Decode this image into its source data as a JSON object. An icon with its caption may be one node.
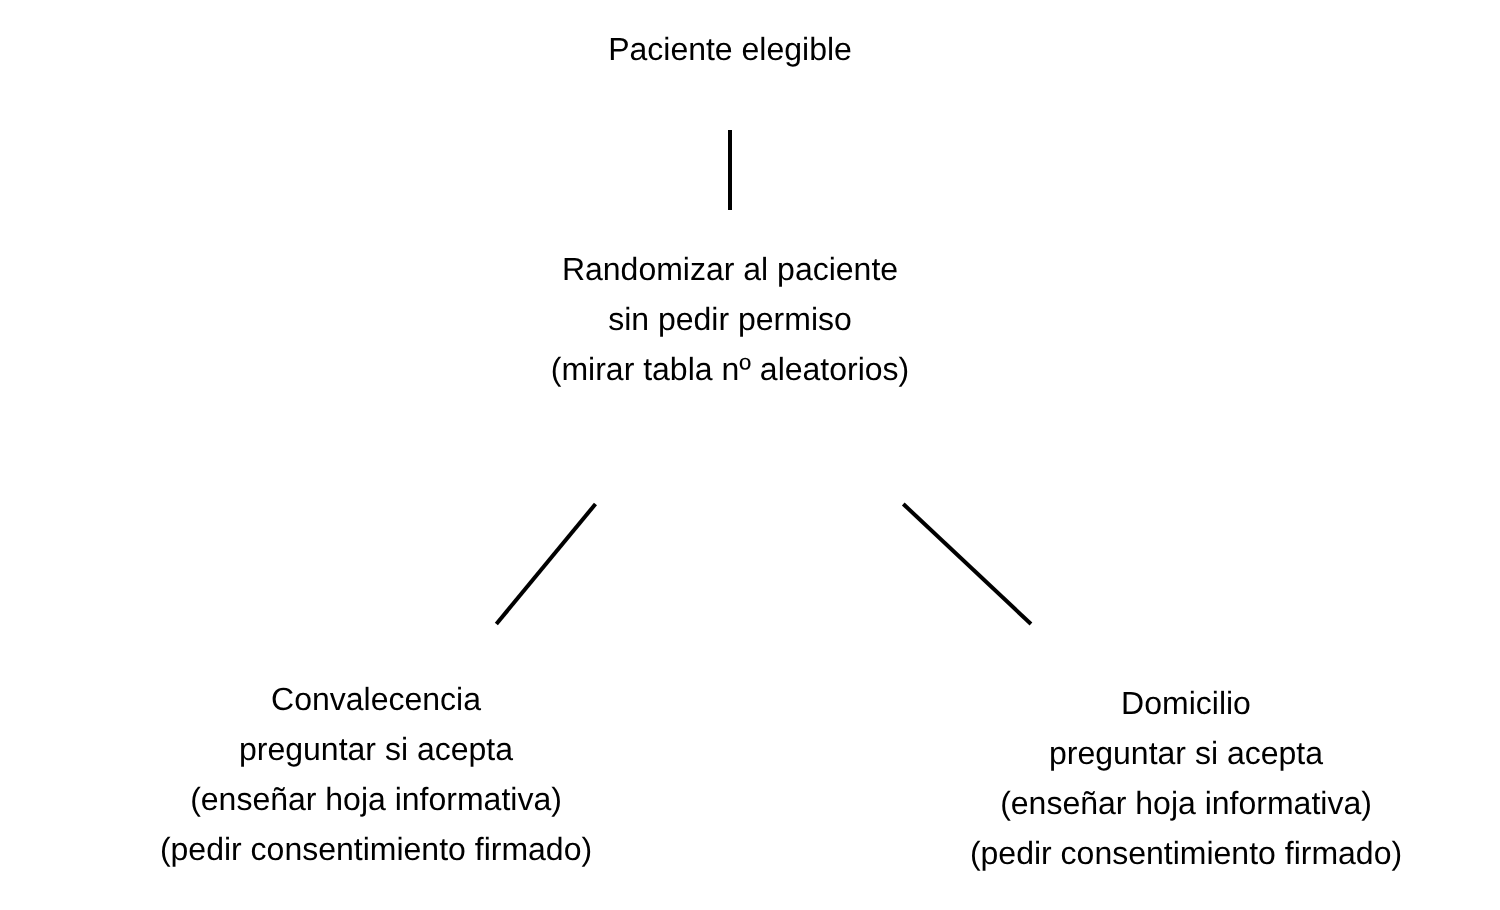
{
  "diagram": {
    "nodes": [
      {
        "text": [
          "Paciente elegible"
        ]
      },
      {
        "text": [
          "Randomizar al paciente",
          "sin pedir permiso",
          "(mirar tabla nº aleatorios)"
        ]
      },
      {
        "text": [
          "Convalecencia",
          "preguntar si acepta",
          "(enseñar hoja informativa)",
          "(pedir consentimiento firmado)"
        ]
      },
      {
        "text": [
          "Domicilio",
          "preguntar si acepta",
          "(enseñar hoja informativa)",
          "(pedir consentimiento firmado)"
        ]
      }
    ],
    "edges": [
      {
        "from": 0,
        "to": 1,
        "arrow": "none"
      },
      {
        "from": 1,
        "to": 2,
        "arrow": "none"
      },
      {
        "from": 1,
        "to": 3,
        "arrow": "none"
      }
    ]
  }
}
